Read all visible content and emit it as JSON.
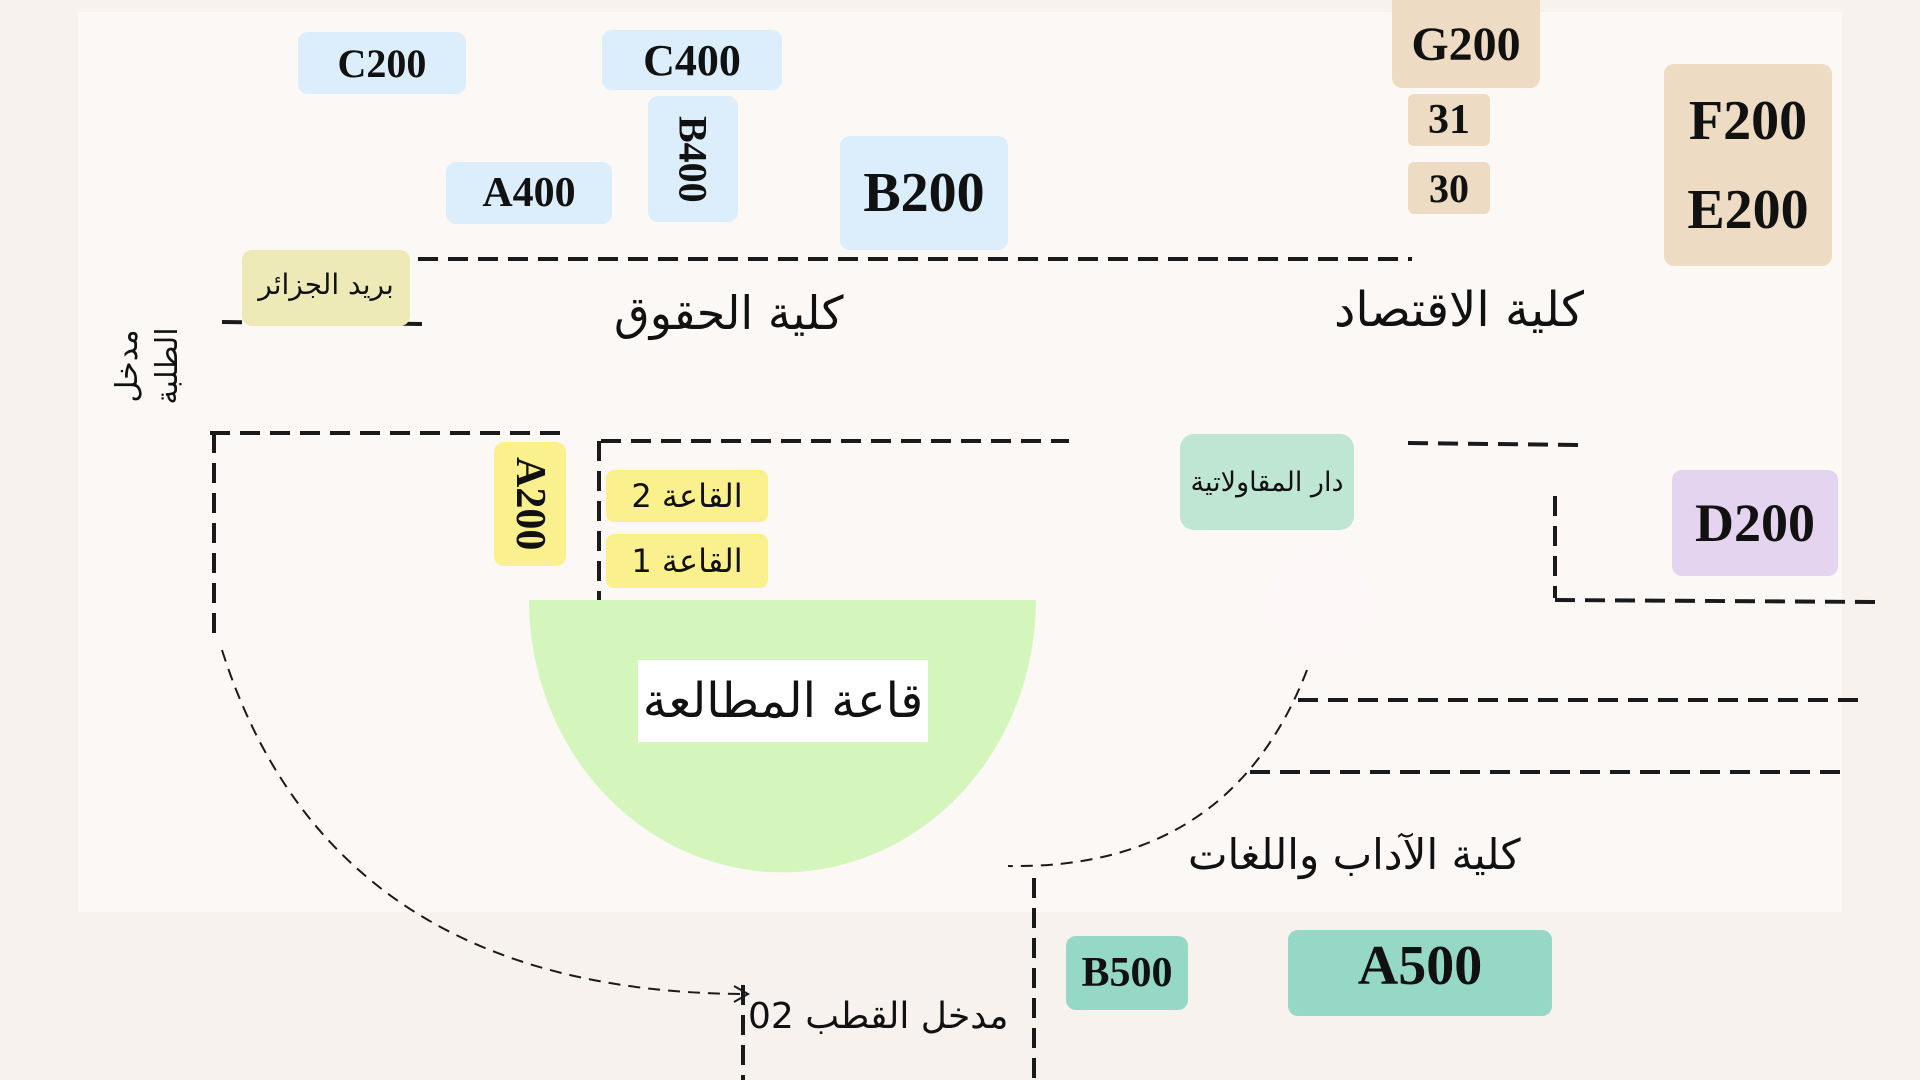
{
  "rooms": {
    "c200": "C200",
    "c400": "C400",
    "b400": "B400",
    "a400": "A400",
    "b200": "B200",
    "g200": "G200",
    "r31": "31",
    "r30": "30",
    "f200": "F200",
    "e200": "E200",
    "a200": "A200",
    "d200": "D200",
    "b500": "B500",
    "a500": "A500"
  },
  "places": {
    "algerie_post": "بريد الجزائر",
    "law_faculty": "كلية الحقوق",
    "economics_faculty": "كلية الاقتصاد",
    "students_entrance": "مدخل الطلبة",
    "hall_2": "القاعة 2",
    "hall_1": "القاعة 1",
    "entrepreneurship_house": "دار المقاولاتية",
    "reading_room": "قاعة المطالعة",
    "letters_faculty": "كلية الآداب واللغات",
    "pole_entrance": "مدخل القطب 02"
  },
  "colors": {
    "blue": "#dcedfb",
    "tan": "#eedbc4",
    "purple": "#e4d4ef",
    "teal": "#94d8c5",
    "yellow": "#faf08e",
    "mint": "#bfe5d3",
    "reading_room_area": "#d4f5bc"
  }
}
